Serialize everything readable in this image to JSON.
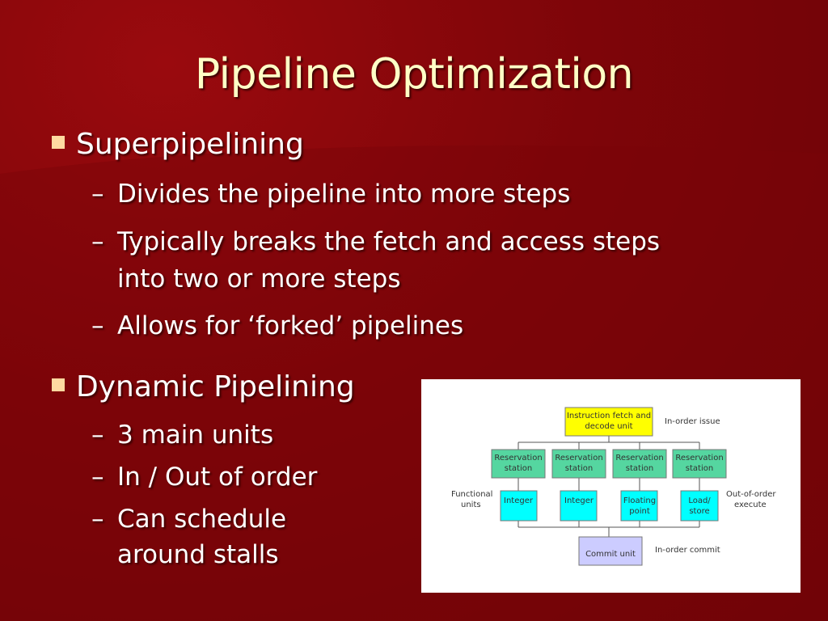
{
  "slide": {
    "title": "Pipeline Optimization",
    "bullets": [
      {
        "label": "Superpipelining",
        "subs": [
          "Divides the pipeline into more steps",
          "Typically breaks the fetch and access steps",
          "into two or more steps",
          "Allows for ‘forked’ pipelines"
        ]
      },
      {
        "label": "Dynamic Pipelining",
        "subs": [
          "3 main units",
          "In / Out of order",
          "Can schedule",
          "around stalls"
        ]
      }
    ],
    "dash": "–"
  },
  "diagram": {
    "fetch_line1": "Instruction fetch and",
    "fetch_line2": "decode unit",
    "in_order_issue": "In-order issue",
    "reservation_line1": "Reservation",
    "reservation_line2": "station",
    "functional_units_line1": "Functional",
    "functional_units_line2": "units",
    "units": [
      {
        "line1": "Integer",
        "line2": ""
      },
      {
        "line1": "Integer",
        "line2": ""
      },
      {
        "line1": "Floating",
        "line2": "point"
      },
      {
        "line1": "Load/",
        "line2": "store"
      }
    ],
    "out_of_order_line1": "Out-of-order",
    "out_of_order_line2": "execute",
    "commit_unit": "Commit unit",
    "in_order_commit": "In-order commit",
    "colors": {
      "fetch_fill": "#ffff00",
      "reservation_fill": "#55d6a0",
      "unit_fill": "#00ffff",
      "commit_fill": "#ccccff"
    }
  }
}
